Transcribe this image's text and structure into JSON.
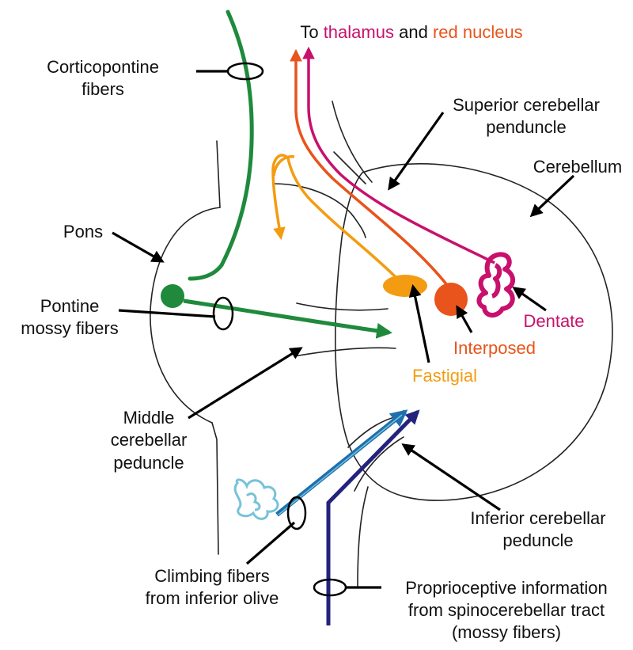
{
  "colors": {
    "green": "#1f8a3c",
    "orange_fastigial": "#f39c12",
    "orange_red": "#e8541c",
    "magenta": "#c8106c",
    "blue": "#1e6fb0",
    "navy": "#23237e",
    "olive_light": "#76c3d8",
    "ink": "#111111"
  },
  "labels": {
    "top_prefix": "To",
    "top_thalamus": "thalamus",
    "top_and": "and",
    "top_red_nucleus": "red nucleus",
    "corticopontine_1": "Corticopontine",
    "corticopontine_2": "fibers",
    "superior_1": "Superior cerebellar",
    "superior_2": "penduncle",
    "cerebellum": "Cerebellum",
    "pons": "Pons",
    "pontine_1": "Pontine",
    "pontine_2": "mossy fibers",
    "dentate": "Dentate",
    "interposed": "Interposed",
    "fastigial": "Fastigial",
    "middle_1": "Middle",
    "middle_2": "cerebellar",
    "middle_3": "peduncle",
    "inferior_1": "Inferior cerebellar",
    "inferior_2": "peduncle",
    "climbing_1": "Climbing fibers",
    "climbing_2": "from inferior olive",
    "proprio_1": "Proprioceptive information",
    "proprio_2": "from spinocerebellar tract",
    "proprio_3": "(mossy fibers)"
  }
}
